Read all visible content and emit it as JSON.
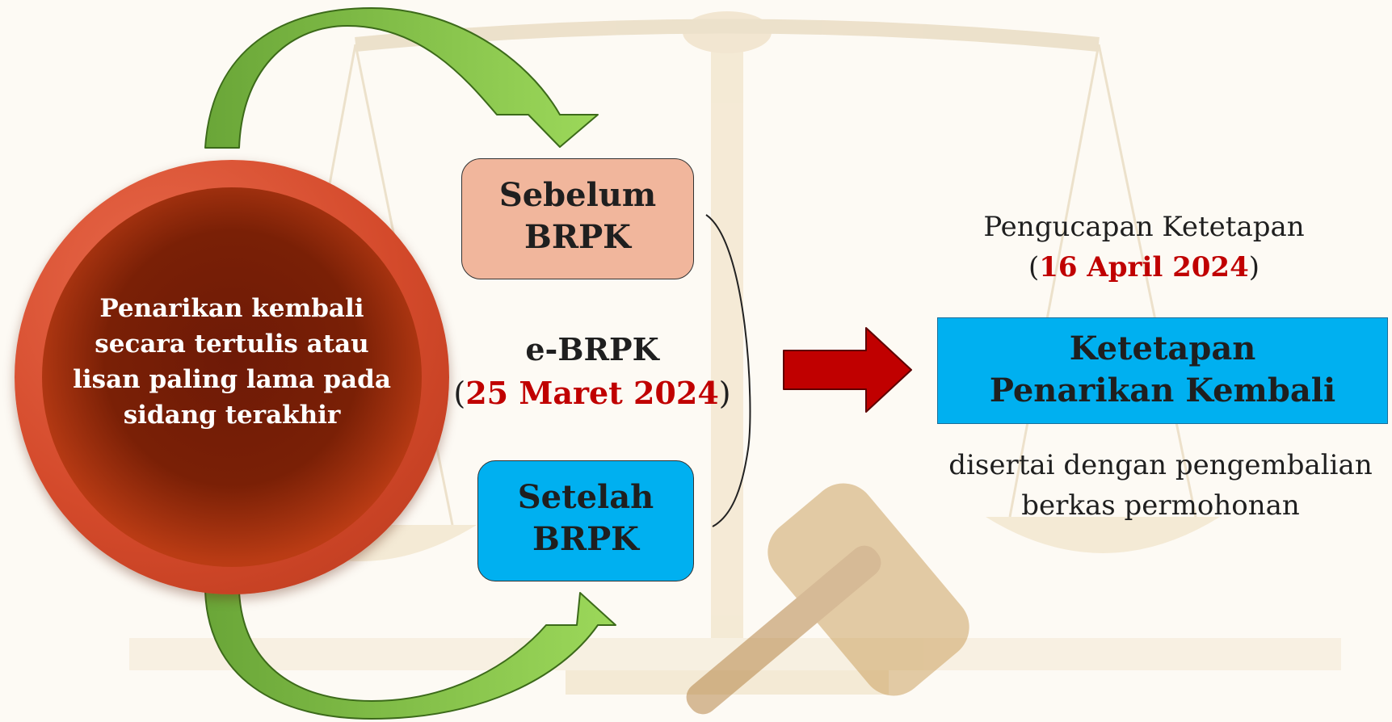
{
  "circle": {
    "lines": [
      "Penarikan kembali",
      "secara tertulis atau",
      "lisan paling lama pada",
      "sidang terakhir"
    ],
    "color": "#d44a2b"
  },
  "box_sebelum": {
    "lines": [
      "Sebelum",
      "BRPK"
    ],
    "color": "#f1b69c"
  },
  "ebrpk": {
    "label": "e-BRPK",
    "date_open": "(",
    "date": "25 Maret 2024",
    "date_close": ")"
  },
  "box_setelah": {
    "lines": [
      "Setelah",
      "BRPK"
    ],
    "color": "#00b0f0"
  },
  "right": {
    "pengucapan": "Pengucapan  Ketetapan",
    "date_open": "(",
    "date": "16 April 2024",
    "date_close": ")",
    "ketetapan_lines": [
      "Ketetapan",
      "Penarikan Kembali"
    ],
    "note_lines": [
      "disertai dengan pengembalian",
      "berkas permohonan"
    ]
  },
  "colors": {
    "date_red": "#c00000",
    "arrow_green": "#7dc142",
    "arrow_red": "#c00000"
  },
  "icons": [
    "scales-of-justice-background",
    "gavel-background"
  ]
}
